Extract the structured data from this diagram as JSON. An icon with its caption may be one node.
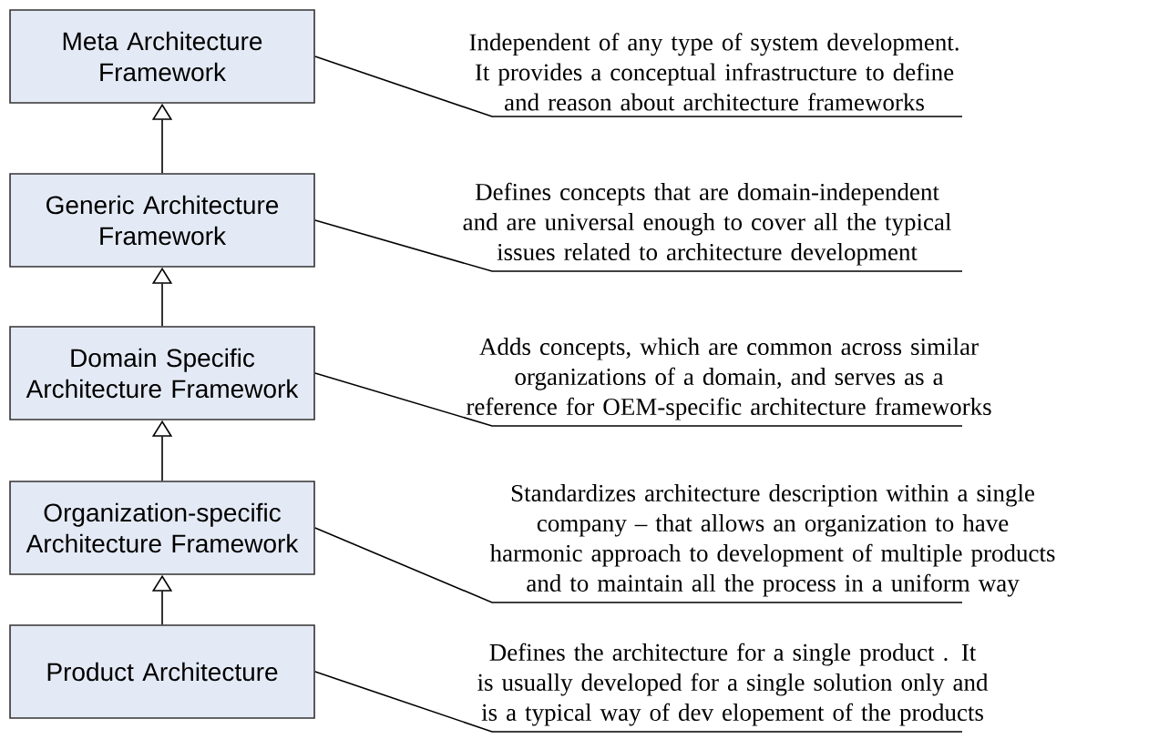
{
  "diagram": {
    "nodes": [
      {
        "text": [
          "Meta Architecture Framework"
        ]
      },
      {
        "text": [
          "Generic Architecture Framework"
        ]
      },
      {
        "text": [
          "Domain Specific Architecture Framework"
        ]
      },
      {
        "text": [
          "Organization-specific Architecture Framework"
        ]
      },
      {
        "text": [
          "Product Architecture"
        ]
      },
      {
        "text": [
          "Independent of any type of system development. It provides a conceptual infrastructure to define and reason about architecture frameworks"
        ]
      },
      {
        "text": [
          "Defines concepts that are domain-independent and are universal enough to cover all the typical issues related to architecture development"
        ]
      },
      {
        "text": [
          "Adds concepts, which are common across similar organizations of a domain, and serves as a reference for OEM-specific architecture frameworks"
        ]
      },
      {
        "text": [
          "Standardizes architecture description within a single company – that allows an organization to have harmonic approach to development of multiple products and to maintain all the process in a uniform way"
        ]
      },
      {
        "text": [
          "Defines the architecture for a single product . It is usually developed for a single solution only and is a typical way of dev elopement of the products"
        ]
      }
    ],
    "edges": [
      {
        "from": 1,
        "to": 0,
        "arrow": "to"
      },
      {
        "from": 2,
        "to": 1,
        "arrow": "to"
      },
      {
        "from": 3,
        "to": 2,
        "arrow": "to"
      },
      {
        "from": 4,
        "to": 3,
        "arrow": "to"
      },
      {
        "from": 0,
        "to": 5,
        "arrow": "none"
      },
      {
        "from": 1,
        "to": 6,
        "arrow": "none"
      },
      {
        "from": 2,
        "to": 7,
        "arrow": "none"
      },
      {
        "from": 3,
        "to": 8,
        "arrow": "none"
      },
      {
        "from": 4,
        "to": 9,
        "arrow": "none"
      }
    ]
  }
}
